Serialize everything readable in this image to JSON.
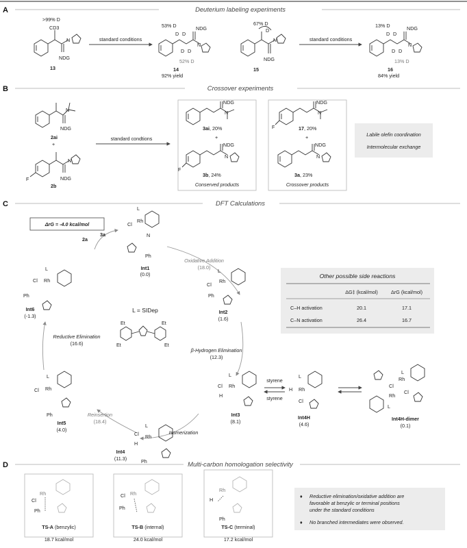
{
  "sections": {
    "A": {
      "letter": "A",
      "title": "Deuterium labeling experiments"
    },
    "B": {
      "letter": "B",
      "title": "Crossover experiments"
    },
    "C": {
      "letter": "C",
      "title": "DFT Calculations"
    },
    "D": {
      "letter": "D",
      "title": "Multi-carbon homologation selectivity"
    }
  },
  "A": {
    "c13": {
      "label": "13",
      "d_pct": ">99% D",
      "cd3": "CD3",
      "ndg": "NDG"
    },
    "arrow1": "standard conditions",
    "c14": {
      "label": "14",
      "yield": "92% yield",
      "d_top": "53% D",
      "d_bottom": "52% D",
      "ndg": "NDG",
      "d": "D"
    },
    "c15": {
      "label": "15",
      "d_pct": "67% D",
      "ndg": "NDG",
      "d": "D"
    },
    "arrow2": "standard conditions",
    "c16": {
      "label": "16",
      "yield": "84% yield",
      "d_top": "13% D",
      "d_bottom": "13% D",
      "ndg": "NDG",
      "d": "D"
    }
  },
  "B": {
    "c2ai": {
      "label": "2ai",
      "ndg": "NDG"
    },
    "plus": "+",
    "c2b": {
      "label": "2b",
      "ndg": "NDG",
      "f": "F"
    },
    "arrow": "standard condtions",
    "c3ai": {
      "label": "3ai",
      "pct": ", 20%",
      "ndg": "NDG"
    },
    "c3b": {
      "label": "3b",
      "pct": ", 24%",
      "ndg": "NDG",
      "f": "F"
    },
    "conserved": "Conserved products",
    "c17": {
      "label": "17",
      "pct": ", 20%",
      "ndg": "NDG",
      "f": "F"
    },
    "c3a": {
      "label": "3a",
      "pct": ", 23%",
      "ndg": "NDG"
    },
    "crossover": "Crossover products",
    "note1": "Labile olefin coordination",
    "note2": "Intermolecular exchange"
  },
  "C": {
    "dG": "ΔrG = -4.0 kcal/mol",
    "s2a": "2a",
    "s3a": "3a",
    "L_def": "L = SIDep",
    "et": "Et",
    "int1": {
      "name": "Int1",
      "e": "(0.0)"
    },
    "int2": {
      "name": "Int2",
      "e": "(1.6)"
    },
    "int3": {
      "name": "Int3",
      "e": "(8.1)"
    },
    "int4": {
      "name": "Int4",
      "e": "(11.3)"
    },
    "int5": {
      "name": "Int5",
      "e": "(4.0)"
    },
    "int6": {
      "name": "Int6",
      "e": "(-1.3)"
    },
    "int4h": {
      "name": "Int4H",
      "e": "(4.6)"
    },
    "int4hd": {
      "name": "Int4H-dimer",
      "e": "(0.1)"
    },
    "oa": {
      "name": "Oxidative Addition",
      "e": "(18.0)"
    },
    "bh": {
      "name": "β-Hydrogen Elimination",
      "e": "(12.3)"
    },
    "iso": {
      "name": "Isomerization"
    },
    "reins": {
      "name": "Reinsertion",
      "e": "(18.4)"
    },
    "re": {
      "name": "Reductive Elimination",
      "e": "(16.6)"
    },
    "styrene1": "styrene",
    "styrene2": "styrene",
    "atoms": {
      "rh": "Rh",
      "l": "L",
      "cl": "Cl",
      "h": "H",
      "n": "N",
      "ph": "Ph"
    },
    "table": {
      "title": "Other possible side reactions",
      "col1": "ΔG‡ (kcal/mol)",
      "col2": "ΔrG (kcal/mol)",
      "rows": [
        {
          "name": "C–H activation",
          "v1": "20.1",
          "v2": "17.1"
        },
        {
          "name": "C–N activation",
          "v1": "26.4",
          "v2": "16.7"
        }
      ]
    }
  },
  "D": {
    "tsa": {
      "name": "TS-A",
      "sub": " (benzylic)",
      "e": "18.7 kcal/mol"
    },
    "tsb": {
      "name": "TS-B",
      "sub": " (internal)",
      "e": "24.0 kcal/mol"
    },
    "tsc": {
      "name": "TS-C",
      "sub": " (terminal)",
      "e": "17.2 kcal/mol"
    },
    "bullets": [
      "Reductive elimination/oxidative addition are",
      "favorable at benzylic or terminal positions",
      "under the standard conditions",
      "No branched intermediates were observed."
    ],
    "bullet_mark": "♦"
  }
}
